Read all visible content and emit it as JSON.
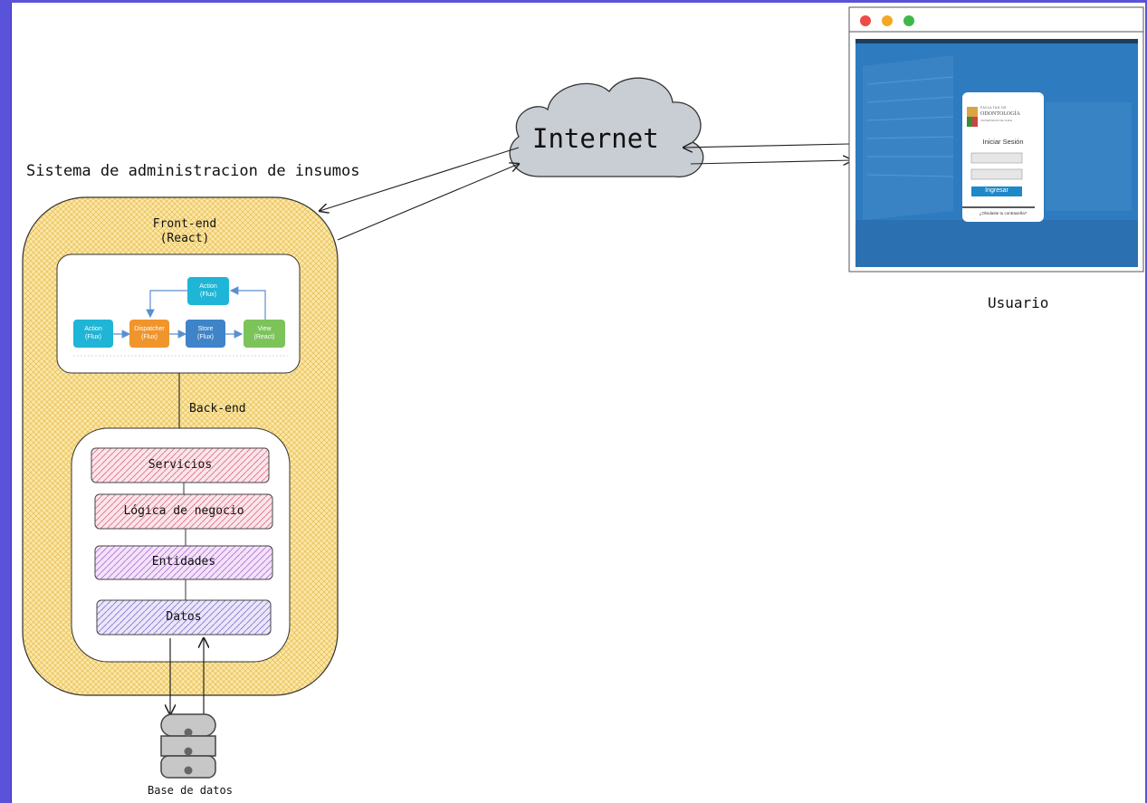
{
  "title": "Sistema de administracion de insumos",
  "internet_label": "Internet",
  "user_label": "Usuario",
  "database_label": "Base de datos",
  "frontend": {
    "label": "Front-end\n(React)",
    "flux": {
      "top_action": "Action\n(Flux)",
      "action": "Action\n(Flux)",
      "dispatcher": "Dispatcher\n(Flux)",
      "store": "Store\n(Flux)",
      "view": "View\n(React)"
    }
  },
  "backend": {
    "label": "Back-end",
    "layers": [
      "Servicios",
      "Lógica de negocio",
      "Entidades",
      "Datos"
    ]
  },
  "login": {
    "faculty_line1": "FACULTAD DE",
    "faculty_line2": "ODONTOLOGÍA",
    "faculty_line3": "UNIVERSIDAD DE CHILE",
    "heading": "Iniciar Sesión",
    "button": "Ingresar",
    "forgot": "¿Olvidaste tu contraseña?"
  },
  "colors": {
    "container_fill": "#f6d77a",
    "browser_blue": "#2e7bbf",
    "flux_cyan": "#1fb5d6",
    "flux_orange": "#f0952b",
    "flux_blue": "#3f84c9",
    "flux_green": "#7cc35a",
    "servicios": "#e9a3b0",
    "logica": "#e9a3b0",
    "entidades": "#d2a3e0",
    "datos": "#b7a8e2"
  }
}
